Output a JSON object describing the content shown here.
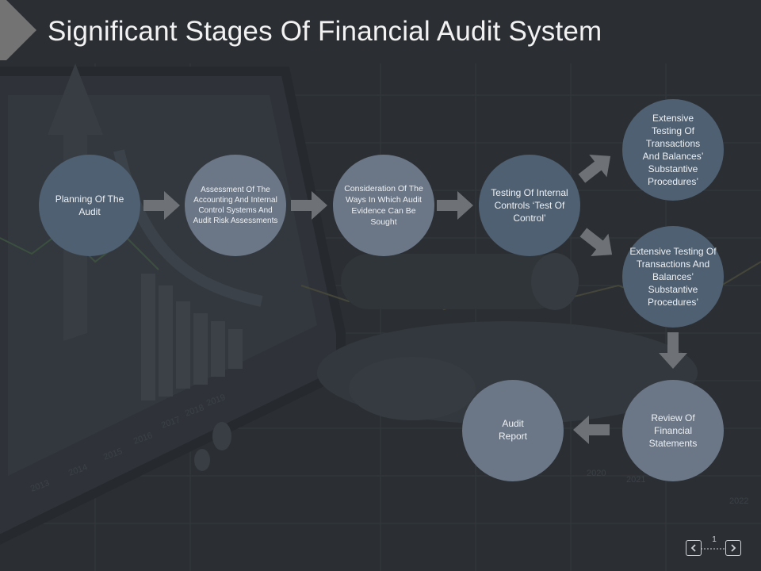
{
  "slide": {
    "title": "Significant Stages Of Financial Audit System",
    "page_number": "1"
  },
  "stages": [
    {
      "label": "Planning Of The Audit"
    },
    {
      "label": "Assessment Of The Accounting And Internal Control Systems And Audit Risk Assessments"
    },
    {
      "label": "Consideration Of The Ways In Which Audit Evidence Can Be Sought"
    },
    {
      "label": "Testing Of Internal Controls ‘Test Of Control’"
    },
    {
      "label": "Extensive Testing Of Transactions And Balances’ Substantive Procedures’"
    },
    {
      "label": "Extensive Testing Of Transactions And Balances’ Substantive Procedures’"
    },
    {
      "label": "Review Of Financial Statements"
    },
    {
      "label": "Audit Report"
    }
  ],
  "background_year_labels": [
    "2013",
    "2014",
    "2015",
    "2016",
    "2017",
    "2018",
    "2019",
    "2020",
    "2021",
    "2022"
  ],
  "navigation": {
    "prev_icon": "chevron-left-icon",
    "next_icon": "chevron-right-icon"
  },
  "colors": {
    "circle_dark": "#4f6072",
    "circle_light": "#6b7787",
    "arrow": "#6e7276",
    "title_tab": "#737373"
  }
}
